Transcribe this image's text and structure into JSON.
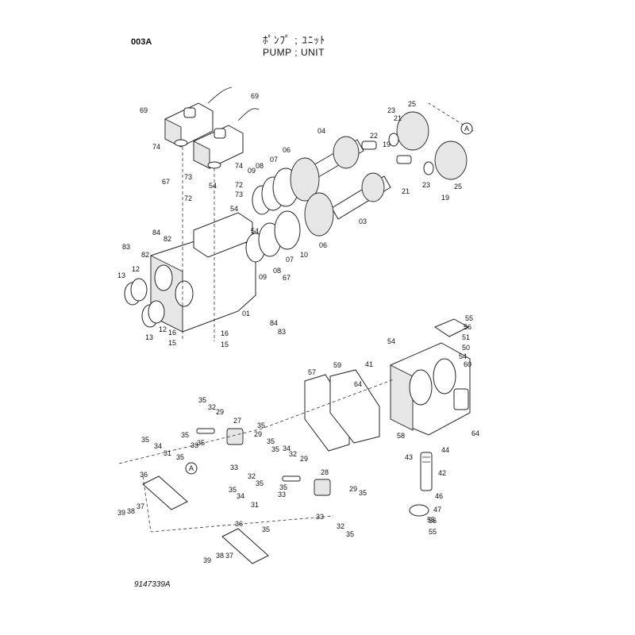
{
  "header": {
    "page_code": "003A",
    "title_jp": "ﾎﾟﾝﾌﾟ ; ﾕﾆｯﾄ",
    "title_en": "PUMP  ; UNIT"
  },
  "footer": {
    "drawing_number": "9147339A"
  },
  "reference_mark": "A",
  "part_numbers": [
    "01",
    "03",
    "04",
    "06",
    "07",
    "08",
    "09",
    "10",
    "12",
    "13",
    "15",
    "16",
    "19",
    "21",
    "22",
    "23",
    "25",
    "27",
    "28",
    "29",
    "31",
    "32",
    "33",
    "34",
    "35",
    "36",
    "37",
    "38",
    "39",
    "41",
    "42",
    "43",
    "44",
    "46",
    "47",
    "50",
    "51",
    "54",
    "55",
    "56",
    "57",
    "58",
    "59",
    "60",
    "64",
    "67",
    "69",
    "72",
    "73",
    "74",
    "82",
    "83",
    "84"
  ]
}
